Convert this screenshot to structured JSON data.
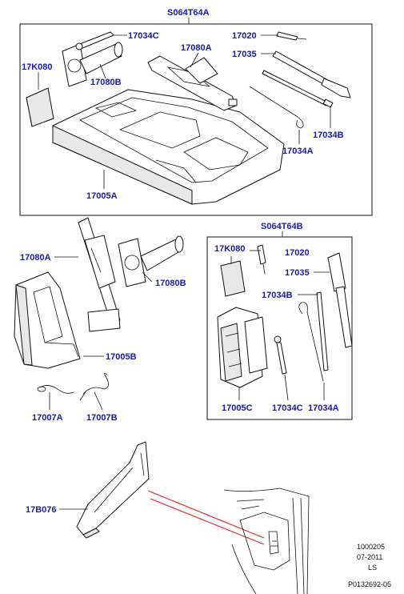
{
  "kit_a": {
    "title": "S064T64A",
    "labels": {
      "p17034c": "17034C",
      "p17020": "17020",
      "p17080a": "17080A",
      "p17035": "17035",
      "p17k080": "17K080",
      "p17080b": "17080B",
      "p17034b": "17034B",
      "p17034a": "17034A",
      "p17005a": "17005A"
    }
  },
  "loose_parts": {
    "labels": {
      "p17080a": "17080A",
      "p17080b": "17080B",
      "p17005b": "17005B",
      "p17007a": "17007A",
      "p17007b": "17007B"
    }
  },
  "kit_b": {
    "title": "S064T64B",
    "labels": {
      "p17k080": "17K080",
      "p17020": "17020",
      "p17035": "17035",
      "p17034b": "17034B",
      "p17005c": "17005C",
      "p17034c": "17034C",
      "p17034a": "17034A"
    }
  },
  "cover": {
    "label": "17B076"
  },
  "meta": {
    "code": "1000205",
    "date": "07-2011",
    "market": "LS",
    "ref": "P0132692-05"
  },
  "colors": {
    "label": "#1a1aa6",
    "callout": "#e03030"
  }
}
